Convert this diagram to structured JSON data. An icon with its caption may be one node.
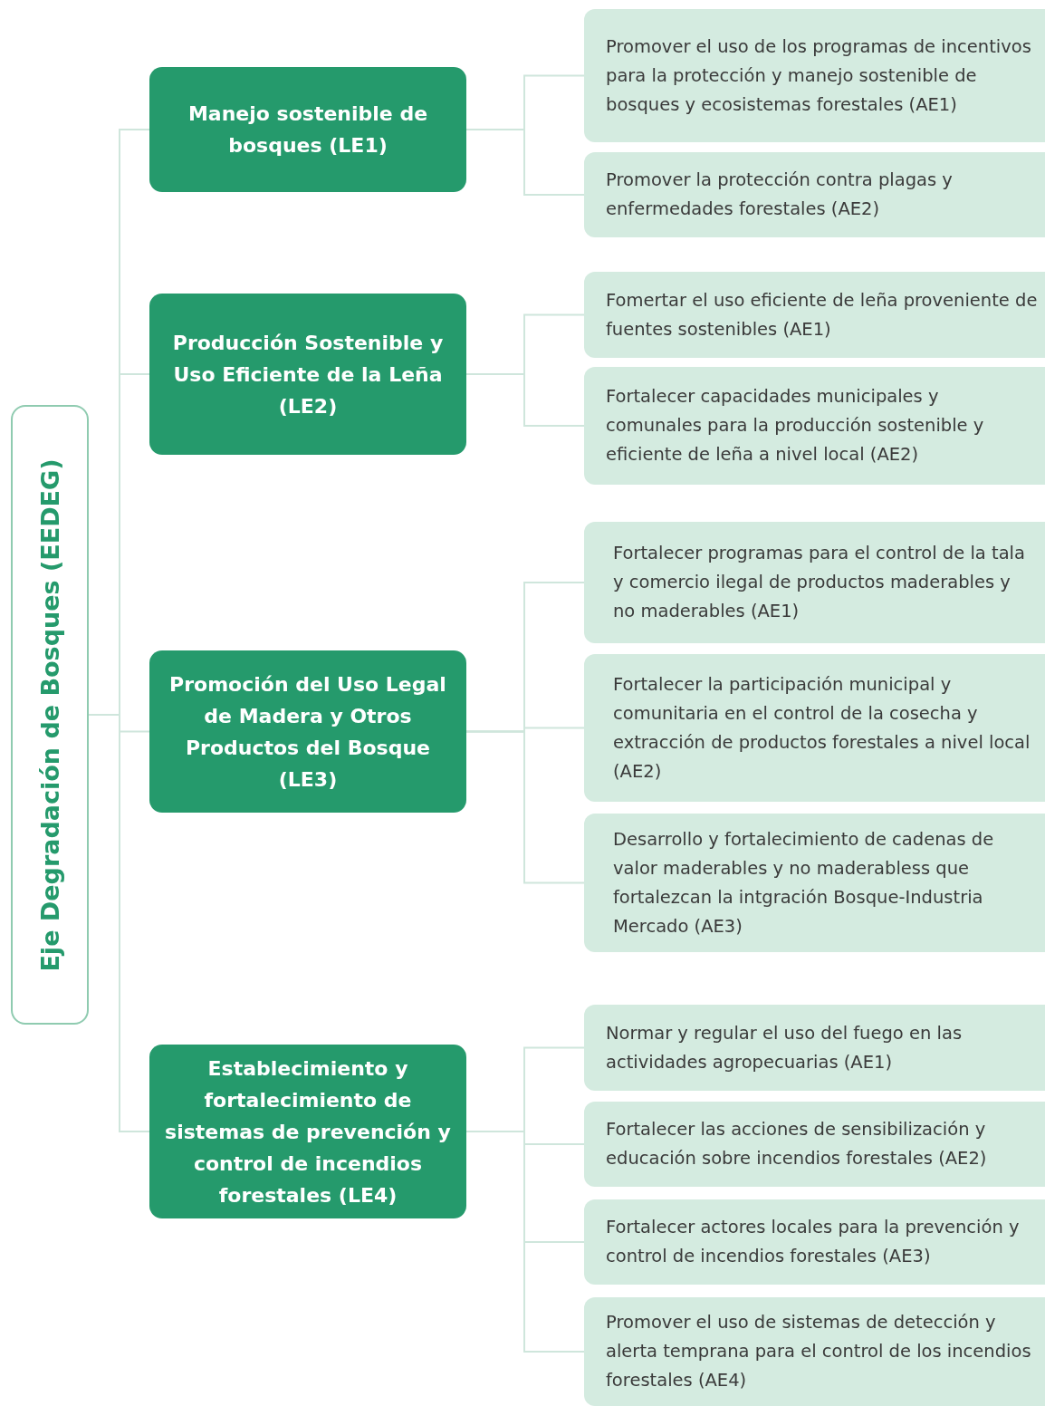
{
  "diagram": {
    "nodes": [
      {
        "text": [
          "Eje Degradación de Bosques (EEDEG)"
        ]
      },
      {
        "text": [
          "Manejo sostenible de bosques (LE1)"
        ]
      },
      {
        "text": [
          "Promover el uso de los programas de incentivos para la protección y manejo sostenible de bosques y ecosistemas forestales (AE1)"
        ]
      },
      {
        "text": [
          "Promover la protección contra plagas y enfermedades forestales (AE2)"
        ]
      },
      {
        "text": [
          "Producción Sostenible y Uso Eficiente de la Leña (LE2)"
        ]
      },
      {
        "text": [
          "Fomertar el uso eficiente de leña proveniente de fuentes sostenibles (AE1)"
        ]
      },
      {
        "text": [
          "Fortalecer capacidades municipales y comunales para la producción sostenible y eficiente de leña a nivel local (AE2)"
        ]
      },
      {
        "text": [
          "Promoción del Uso Legal de Madera y Otros Productos del Bosque (LE3)"
        ]
      },
      {
        "text": [
          "Fortalecer programas para el control de la tala y comercio ilegal de productos maderables y no maderables (AE1)"
        ]
      },
      {
        "text": [
          "Fortalecer la participación municipal y comunitaria en el control de la cosecha y extracción de productos forestales a nivel local (AE2)"
        ]
      },
      {
        "text": [
          "Desarrollo y fortalecimiento de cadenas de valor maderables y no maderabless que fortalezcan la intgración Bosque-Industria Mercado (AE3)"
        ]
      },
      {
        "text": [
          "Establecimiento y fortalecimiento de sistemas de prevención y control de incendios forestales (LE4)"
        ]
      },
      {
        "text": [
          "Normar y regular el uso del fuego en las actividades agropecuarias (AE1)"
        ]
      },
      {
        "text": [
          "Fortalecer las acciones de sensibilización y educación sobre incendios forestales (AE2)"
        ]
      },
      {
        "text": [
          "Fortalecer actores locales para la prevención y control de incendios forestales (AE3)"
        ]
      },
      {
        "text": [
          "Promover el uso de sistemas de detección y alerta temprana para el control de los incendios forestales (AE4)"
        ]
      }
    ],
    "edges": [
      {
        "from": 0,
        "to": 1,
        "arrow": "none"
      },
      {
        "from": 0,
        "to": 4,
        "arrow": "none"
      },
      {
        "from": 0,
        "to": 7,
        "arrow": "none"
      },
      {
        "from": 0,
        "to": 11,
        "arrow": "none"
      },
      {
        "from": 1,
        "to": 2,
        "arrow": "none"
      },
      {
        "from": 1,
        "to": 3,
        "arrow": "none"
      },
      {
        "from": 4,
        "to": 5,
        "arrow": "none"
      },
      {
        "from": 4,
        "to": 6,
        "arrow": "none"
      },
      {
        "from": 7,
        "to": 8,
        "arrow": "none"
      },
      {
        "from": 7,
        "to": 9,
        "arrow": "none"
      },
      {
        "from": 7,
        "to": 10,
        "arrow": "none"
      },
      {
        "from": 11,
        "to": 12,
        "arrow": "none"
      },
      {
        "from": 11,
        "to": 13,
        "arrow": "none"
      },
      {
        "from": 11,
        "to": 14,
        "arrow": "none"
      },
      {
        "from": 11,
        "to": 15,
        "arrow": "none"
      }
    ]
  }
}
